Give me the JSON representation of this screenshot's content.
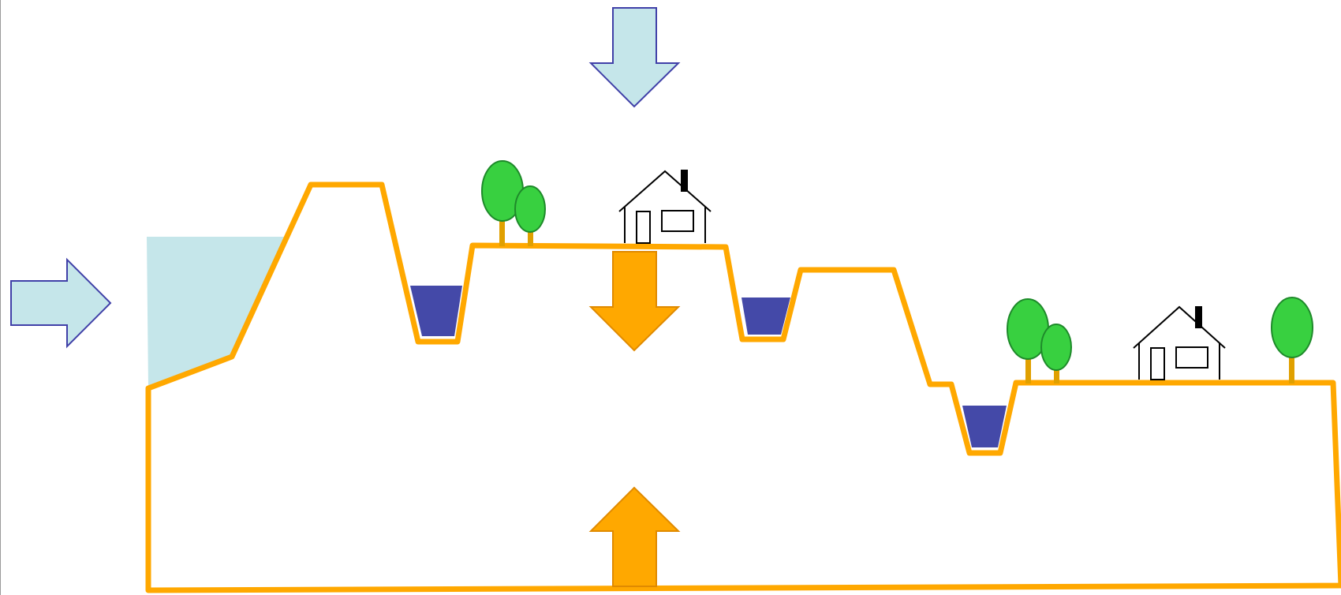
{
  "diagram": {
    "colors": {
      "ground_outline": "#FFA800",
      "ground_fill": "#FFFFFF",
      "external_water": "#C5E6EA",
      "external_arrow_stroke": "#4040A8",
      "ditch_water": "#4449A8",
      "vertical_flux_arrow": "#FFA800",
      "vertical_flux_stroke": "#E08A00",
      "tree_crown": "#38D040",
      "tree_crown_stroke": "#1E8A2A",
      "tree_trunk": "#E0A000",
      "house_stroke": "#000000",
      "chimney": "#000000"
    },
    "arrows": [
      {
        "name": "precipitation-arrow",
        "direction": "down",
        "style": "light-blue"
      },
      {
        "name": "lateral-inflow-arrow",
        "direction": "right",
        "style": "light-blue"
      },
      {
        "name": "downward-seepage-arrow",
        "direction": "down",
        "style": "orange"
      },
      {
        "name": "upward-seepage-arrow",
        "direction": "up",
        "style": "orange"
      }
    ],
    "water_bodies": [
      {
        "name": "open-water-body",
        "kind": "external water"
      },
      {
        "name": "ditch-1",
        "kind": "ditch"
      },
      {
        "name": "ditch-2",
        "kind": "ditch"
      },
      {
        "name": "ditch-3",
        "kind": "ditch"
      }
    ],
    "icons": [
      "tree-icon",
      "house-icon"
    ]
  }
}
